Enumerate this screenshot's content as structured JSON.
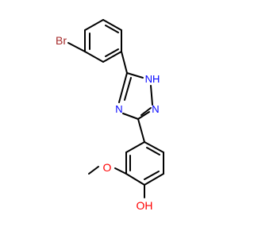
{
  "molecule": {
    "atoms": {
      "bromine": "Br",
      "nh": "H",
      "n_top": "N",
      "n_left": "N",
      "n_right": "N",
      "oxygen_methoxy": "O",
      "hydroxyl": "OH"
    },
    "colors": {
      "bond": "#000000",
      "bromine": "#a52a2a",
      "nitrogen": "#0000ff",
      "oxygen": "#ff0000"
    }
  }
}
